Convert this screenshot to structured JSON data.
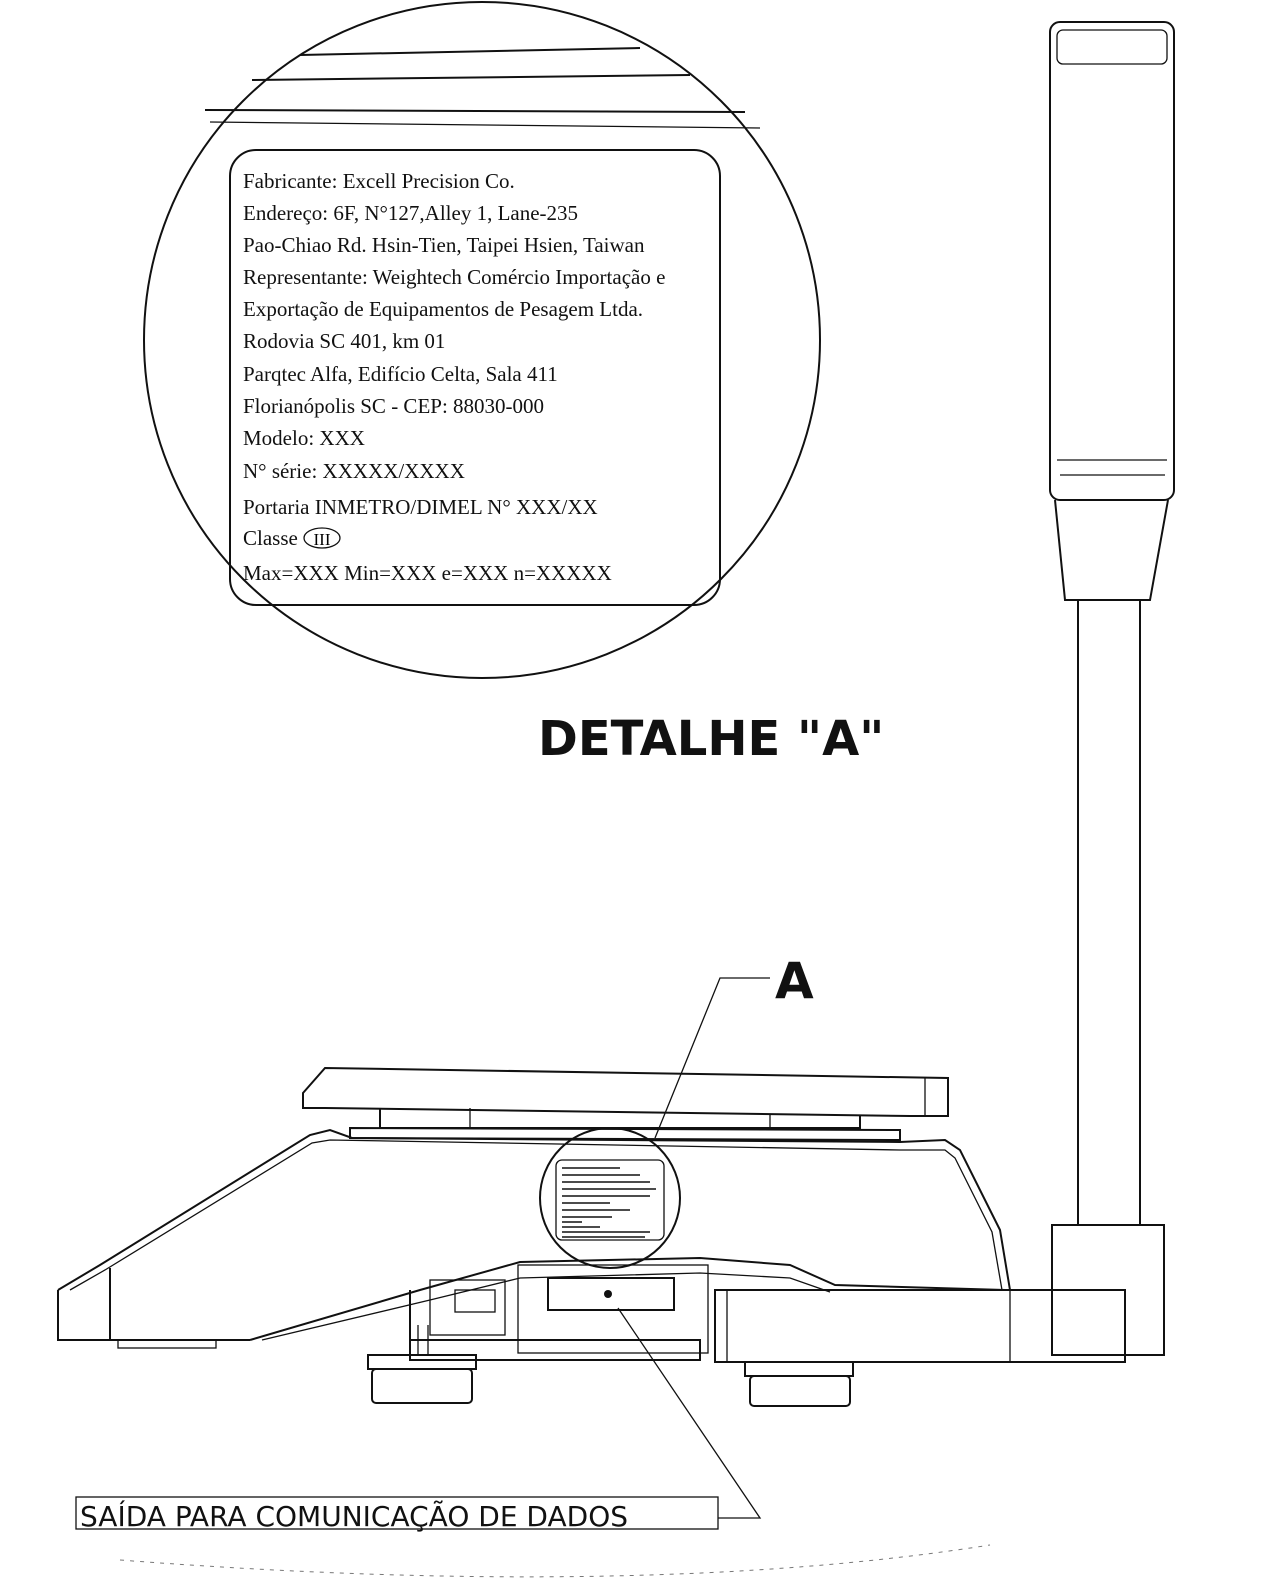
{
  "plate": {
    "lines": [
      "Fabricante: Excell Precision Co.",
      "Endereço: 6F, N°127,Alley 1, Lane-235",
      "Pao-Chiao Rd.  Hsin-Tien, Taipei Hsien, Taiwan",
      "Representante: Weightech Comércio Importação e",
      "Exportação de Equipamentos de Pesagem Ltda.",
      "Rodovia SC 401, km 01",
      "Parqtec Alfa, Edifício Celta, Sala 411",
      "Florianópolis SC - CEP: 88030-000",
      "Modelo: XXX",
      "N° série: XXXXX/XXXX",
      "Portaria INMETRO/DIMEL  N°     XXX/XX",
      "Classe",
      "Max=XXX  Min=XXX  e=XXX  n=XXXXX"
    ],
    "class_symbol": "III"
  },
  "detail_title": "DETALHE  \"A\"",
  "callout_letter": "A",
  "port_label": "SAÍDA PARA COMUNICAÇÃO DE DADOS"
}
